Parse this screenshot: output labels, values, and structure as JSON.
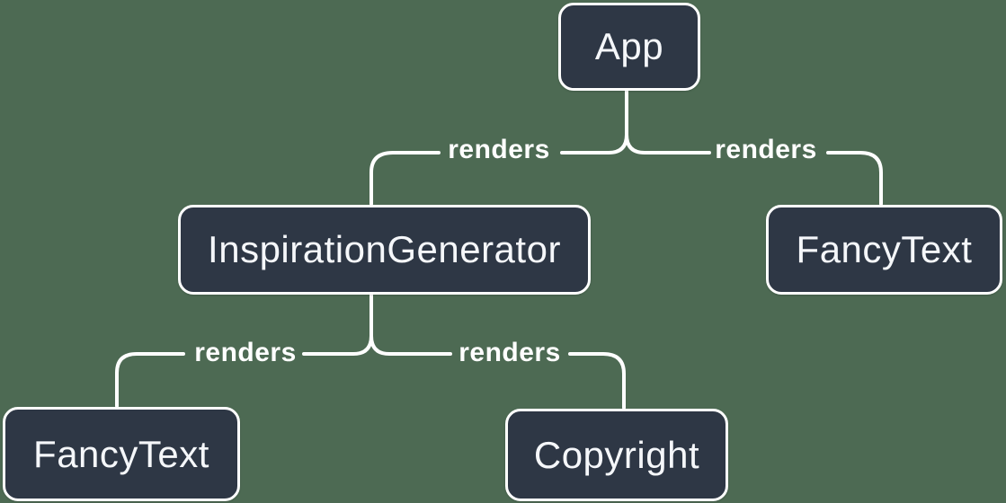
{
  "diagram": {
    "type": "react-render-tree",
    "colors": {
      "background": "#4d6a53",
      "node_fill": "#2e3745",
      "node_border": "#ffffff",
      "node_text": "#f5f7fa",
      "connector_line": "#ffffff",
      "edge_label_text": "#ffffff"
    },
    "nodes": {
      "app": {
        "label": "App"
      },
      "inspiration_generator": {
        "label": "InspirationGenerator"
      },
      "fancy_text_top": {
        "label": "FancyText"
      },
      "fancy_text_bottom": {
        "label": "FancyText"
      },
      "copyright": {
        "label": "Copyright"
      }
    },
    "edges": {
      "app_to_inspiration_generator": {
        "label": "renders"
      },
      "app_to_fancy_text": {
        "label": "renders"
      },
      "inspiration_generator_to_fancy_text": {
        "label": "renders"
      },
      "inspiration_generator_to_copyright": {
        "label": "renders"
      }
    }
  }
}
